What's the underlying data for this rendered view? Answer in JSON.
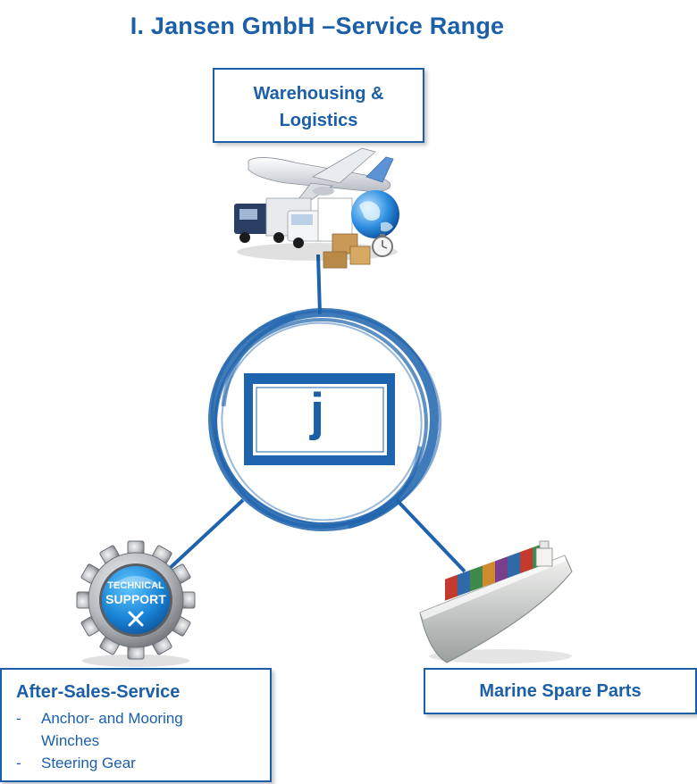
{
  "title": "I. Jansen GmbH –Service Range",
  "center_logo": {
    "letter": "j",
    "color": "#1b5fa8"
  },
  "nodes": {
    "warehousing": {
      "label_line1": "Warehousing &",
      "label_line2": "Logistics",
      "image": "logistics-collage-icon"
    },
    "after_sales": {
      "title": "After-Sales-Service",
      "items": [
        "Anchor- and Mooring",
        "Winches",
        "Steering Gear"
      ],
      "badge_line1": "TECHNICAL",
      "badge_line2": "SUPPORT",
      "image": "technical-support-gear-icon"
    },
    "marine": {
      "label": "Marine Spare Parts",
      "image": "container-ship-icon"
    }
  },
  "colors": {
    "brand_blue": "#1b5fa8",
    "connector_blue": "#1d63ad"
  }
}
